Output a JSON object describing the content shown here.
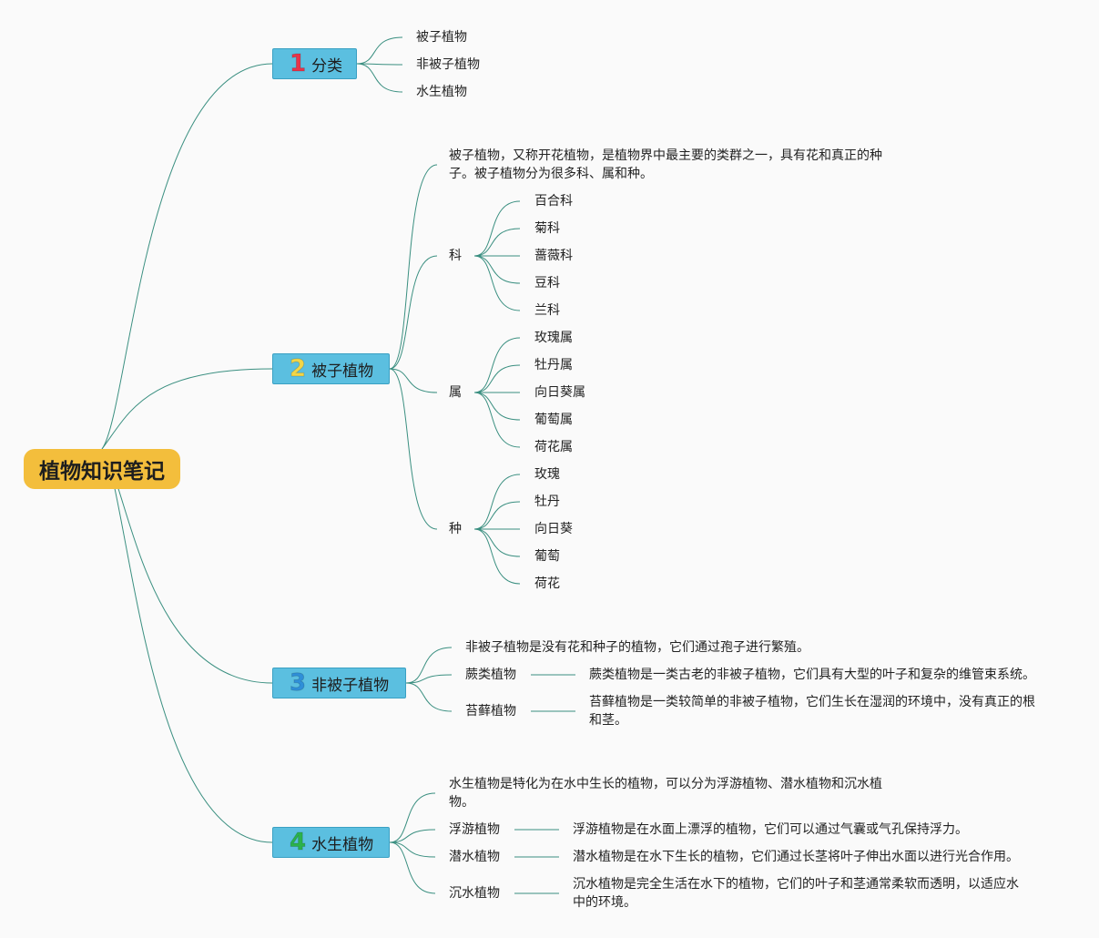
{
  "root": {
    "label": "植物知识笔记"
  },
  "colors": {
    "root": "#f3be3c",
    "branch": "#5bbfe0",
    "edge": "#3a8f80",
    "num1": "#e8334a",
    "num2": "#f2d648",
    "num3": "#2f8fd8",
    "num4": "#2bb24c"
  },
  "branches": [
    {
      "num": "1",
      "label": "分类",
      "children": [
        "被子植物",
        "非被子植物",
        "水生植物"
      ]
    },
    {
      "num": "2",
      "label": "被子植物",
      "intro": "被子植物，又称开花植物，是植物界中最主要的类群之一，具有花和真正的种子。被子植物分为很多科、属和种。",
      "groups": [
        {
          "label": "科",
          "items": [
            "百合科",
            "菊科",
            "蔷薇科",
            "豆科",
            "兰科"
          ]
        },
        {
          "label": "属",
          "items": [
            "玫瑰属",
            "牡丹属",
            "向日葵属",
            "葡萄属",
            "荷花属"
          ]
        },
        {
          "label": "种",
          "items": [
            "玫瑰",
            "牡丹",
            "向日葵",
            "葡萄",
            "荷花"
          ]
        }
      ]
    },
    {
      "num": "3",
      "label": "非被子植物",
      "intro": "非被子植物是没有花和种子的植物，它们通过孢子进行繁殖。",
      "items": [
        {
          "label": "蕨类植物",
          "desc": "蕨类植物是一类古老的非被子植物，它们具有大型的叶子和复杂的维管束系统。"
        },
        {
          "label": "苔藓植物",
          "desc": "苔藓植物是一类较简单的非被子植物，它们生长在湿润的环境中，没有真正的根和茎。"
        }
      ]
    },
    {
      "num": "4",
      "label": "水生植物",
      "intro": "水生植物是特化为在水中生长的植物，可以分为浮游植物、潜水植物和沉水植物。",
      "items": [
        {
          "label": "浮游植物",
          "desc": "浮游植物是在水面上漂浮的植物，它们可以通过气囊或气孔保持浮力。"
        },
        {
          "label": "潜水植物",
          "desc": "潜水植物是在水下生长的植物，它们通过长茎将叶子伸出水面以进行光合作用。"
        },
        {
          "label": "沉水植物",
          "desc": "沉水植物是完全生活在水下的植物，它们的叶子和茎通常柔软而透明，以适应水中的环境。"
        }
      ]
    }
  ]
}
